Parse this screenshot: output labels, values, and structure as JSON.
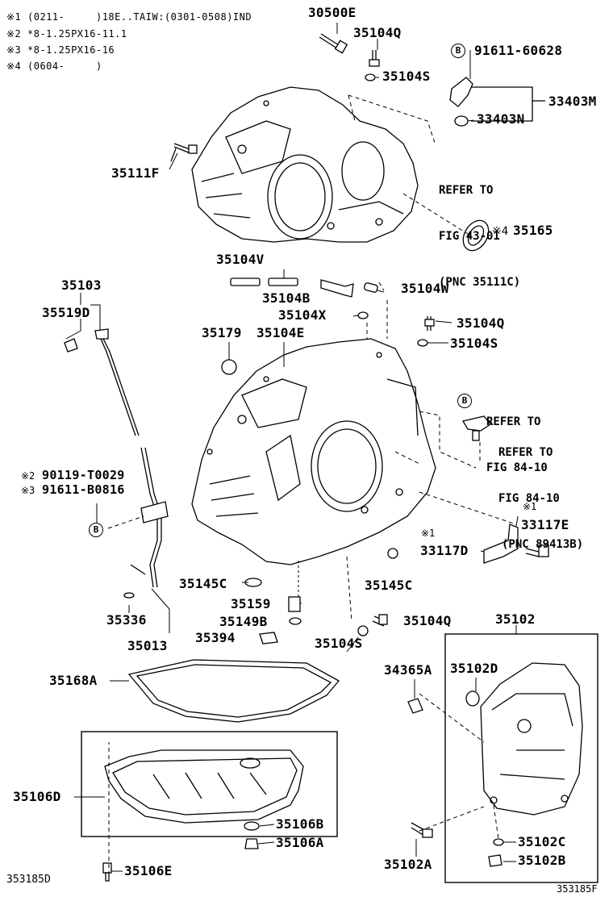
{
  "notes": [
    "※1 (0211-     )18E..TAIW:(0301-0508)IND",
    "※2 *8-1.25PX16-11.1",
    "※3 *8-1.25PX16-16",
    "※4 (0604-     )"
  ],
  "labels": {
    "p30500E": "30500E",
    "p35104Q_top": "35104Q",
    "p91611_60628": "91611-60628",
    "p35104S_top": "35104S",
    "p33403M": "33403M",
    "p33403N": "33403N",
    "p35111F": "35111F",
    "p35165": "35165",
    "p35104V": "35104V",
    "p35103": "35103",
    "p35104B": "35104B",
    "p35104W": "35104W",
    "p35519D": "35519D",
    "p35104X": "35104X",
    "p35104Q_mid": "35104Q",
    "p35179": "35179",
    "p35104E": "35104E",
    "p35104S_mid": "35104S",
    "p90119": "90119-T0029",
    "p91611_B0816": "91611-B0816",
    "p33117E": "33117E",
    "p33117D": "33117D",
    "p35145C_left": "35145C",
    "p35145C_right": "35145C",
    "p35159": "35159",
    "p35336": "35336",
    "p35149B": "35149B",
    "p35104Q_low": "35104Q",
    "p35394": "35394",
    "p35013": "35013",
    "p35104S_low": "35104S",
    "p35102": "35102",
    "p35168A": "35168A",
    "p34365A": "34365A",
    "p35102D": "35102D",
    "p35106D": "35106D",
    "p35106B": "35106B",
    "p35106A": "35106A",
    "p35102C": "35102C",
    "p35102A": "35102A",
    "p35102B": "35102B",
    "p35106E": "35106E"
  },
  "marks": {
    "x4": "※4",
    "x2": "※2",
    "x3": "※3",
    "x1_a": "※1",
    "x1_b": "※1",
    "circle_b": "B"
  },
  "refs": {
    "ref1_l1": "REFER TO",
    "ref1_l2": "FIG 43-01",
    "ref1_l3": "(PNC 35111C)",
    "ref2_l1": "REFER TO",
    "ref2_l2": "FIG 84-10",
    "ref3_l1": "REFER TO",
    "ref3_l2": "FIG 84-10",
    "ref3_l3": "(PNC 89413B)"
  },
  "footer": {
    "left_code": "353185D",
    "right_code": "353185F"
  }
}
